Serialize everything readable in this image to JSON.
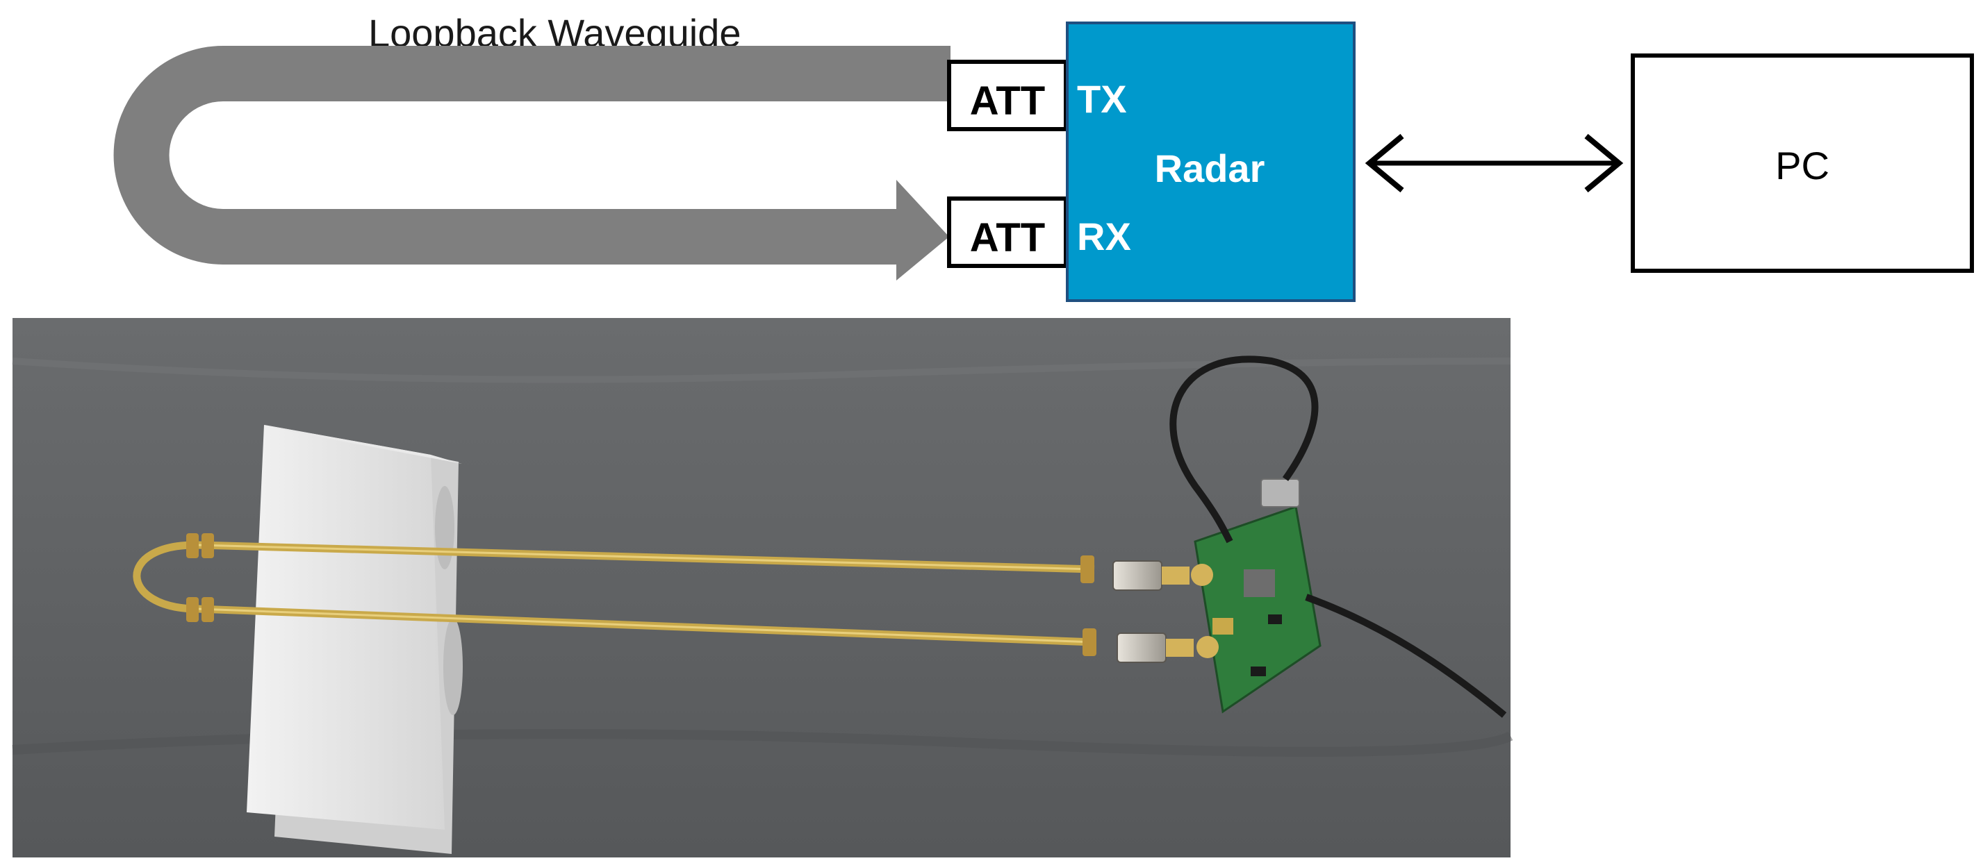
{
  "diagram": {
    "waveguide_label": "Loopback Waveguide",
    "att_tx_label": "ATT",
    "att_rx_label": "ATT",
    "tx_label": "TX",
    "rx_label": "RX",
    "radar_label": "Radar",
    "pc_label": "PC"
  },
  "colors": {
    "waveguide": "#7f7f7f",
    "radar_fill": "#0099cc",
    "radar_stroke": "#1f4f80",
    "box_stroke": "#000000",
    "photo_background": "#5f6163",
    "brass": "#c9a94a",
    "pcb": "#2f7d3c"
  }
}
